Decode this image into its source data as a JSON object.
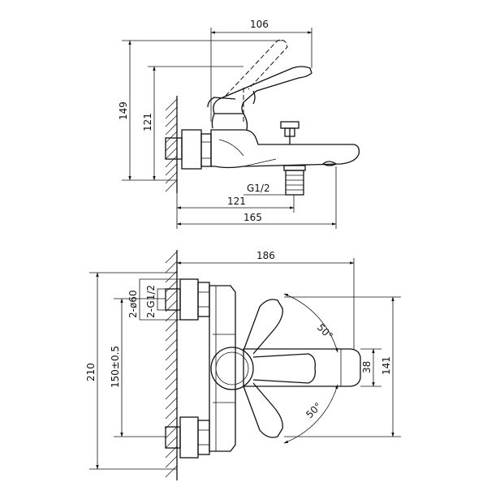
{
  "side_view": {
    "dims": {
      "top_width": "106",
      "total_height": "149",
      "inner_height": "121",
      "thread": "G1/2",
      "bottom_inner": "121",
      "bottom_total": "165"
    }
  },
  "top_view": {
    "dims": {
      "width": "186",
      "total_height": "210",
      "center_distance": "150±0.5",
      "inlet": "2-G1/2",
      "cover": "2-ø60",
      "angle_top": "50°",
      "angle_bottom": "50°",
      "spout_width": "38",
      "right_height": "141"
    }
  }
}
